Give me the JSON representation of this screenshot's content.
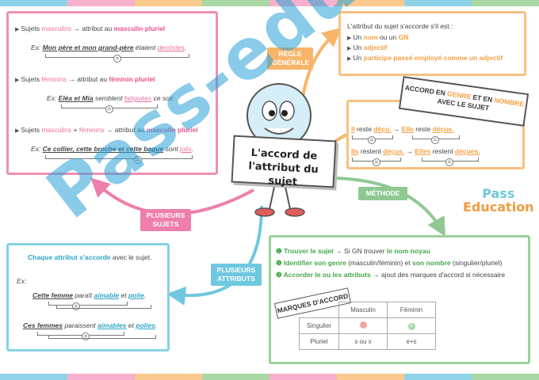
{
  "stripe_colors": [
    "#8fd3e8",
    "#f7b0cd",
    "#f9c98d",
    "#a9d8a5",
    "#f7b0cd",
    "#f9c98d",
    "#8fd3e8",
    "#a9d8a5"
  ],
  "title": {
    "line1": "L'accord de",
    "line2": "l'attribut du sujet"
  },
  "tags": {
    "regle": "RÈGLE GÉNÉRALE",
    "methode": "MÉTHODE",
    "plusieurs_sujets": "PLUSIEURS SUJETS",
    "plusieurs_attributs": "PLUSIEURS ATTRIBUTS"
  },
  "rule_box": {
    "intro": "L'attribut du sujet s'accorde s'il est :",
    "items": [
      {
        "pre": "Un ",
        "hl": "nom",
        "mid": " ou un ",
        "hl2": "GN"
      },
      {
        "pre": "Un ",
        "hl": "adjectif",
        "mid": "",
        "hl2": ""
      },
      {
        "pre": "Un ",
        "hl": "participe passé employé comme un adjectif",
        "mid": "",
        "hl2": ""
      }
    ]
  },
  "accord_label": {
    "line1_a": "ACCORD EN ",
    "line1_b": "GENRE",
    "line1_c": " ET EN ",
    "line1_d": "NOMBRE",
    "line2": "AVEC LE SUJET"
  },
  "accord_examples": {
    "ex1": {
      "s1": "Il",
      "v1": " reste ",
      "a1": "déçu.",
      "arrow": " → ",
      "s2": "Elle",
      "v2": " reste ",
      "a2": "déçue."
    },
    "ex2": {
      "s1": "Ils",
      "v1": " restent ",
      "a1": "déçus.",
      "arrow": " → ",
      "s2": "Elles",
      "v2": " restent ",
      "a2": "déçues."
    }
  },
  "sujets_box": {
    "r1": {
      "pre": "Sujets ",
      "hl": "masculins",
      "mid": " → attribut au ",
      "hl2": "masculin pluriel"
    },
    "ex1": {
      "lead": "Ex: ",
      "subj": "Mon père et mon grand-père",
      "verb": " étaient ",
      "attr": "dentistes",
      "end": "."
    },
    "r2": {
      "pre": "Sujets ",
      "hl": "féminins",
      "mid": " → attribut au ",
      "hl2": "féminin pluriel"
    },
    "ex2": {
      "lead": "Ex: ",
      "subj": "Eléa et Mia",
      "verb": " semblent ",
      "attr": "fatiguées",
      "end": " ce soir."
    },
    "r3": {
      "pre": "Sujets ",
      "hl": "masculins",
      "mid": " + ",
      "hl3": "féminins",
      "mid2": " → attribut au ",
      "hl2": "masculin pluriel"
    },
    "ex3": {
      "lead": "Ex: ",
      "subj": "Ce collier, cette broche et cette bague",
      "verb": " sont ",
      "attr": "jolis",
      "end": "."
    }
  },
  "attributs_box": {
    "rule_a": "Chaque attribut s'accorde",
    "rule_b": " avec le sujet.",
    "ex_lead": "Ex:",
    "ex1": {
      "subj": "Cette femme",
      "verb": " paraît ",
      "a1": "aimable",
      "et": " et ",
      "a2": "polie",
      "end": "."
    },
    "ex2": {
      "subj": "Ces femmes",
      "verb": " paraissent ",
      "a1": "aimables",
      "et": " et ",
      "a2": "polies",
      "end": "."
    }
  },
  "method_box": {
    "s1": {
      "num": "❶ ",
      "hl": "Trouver le sujet",
      "mid": " → Si GN trouver ",
      "hl2": "le nom noyau"
    },
    "s2": {
      "num": "❷ ",
      "hl": "Identifier son genre",
      "mid": " (masculin/féminin) et ",
      "hl2": "son nombre",
      "end": " (singulier/pluriel)"
    },
    "s3": {
      "num": "❸ ",
      "hl": "Accorder le ou les attributs",
      "mid": " → ajout des marques d'accord si nécessaire"
    }
  },
  "marques_label": "MARQUES D'ACCORD",
  "table": {
    "headers": [
      "Masculin",
      "Féminin"
    ],
    "rows": [
      {
        "label": "Singulier",
        "m": "",
        "f": "e"
      },
      {
        "label": "Pluriel",
        "m": "s ou x",
        "f": "e+s"
      }
    ]
  },
  "logo": {
    "line1": "Pass",
    "line2": "Education"
  },
  "watermark": "Pass-education"
}
